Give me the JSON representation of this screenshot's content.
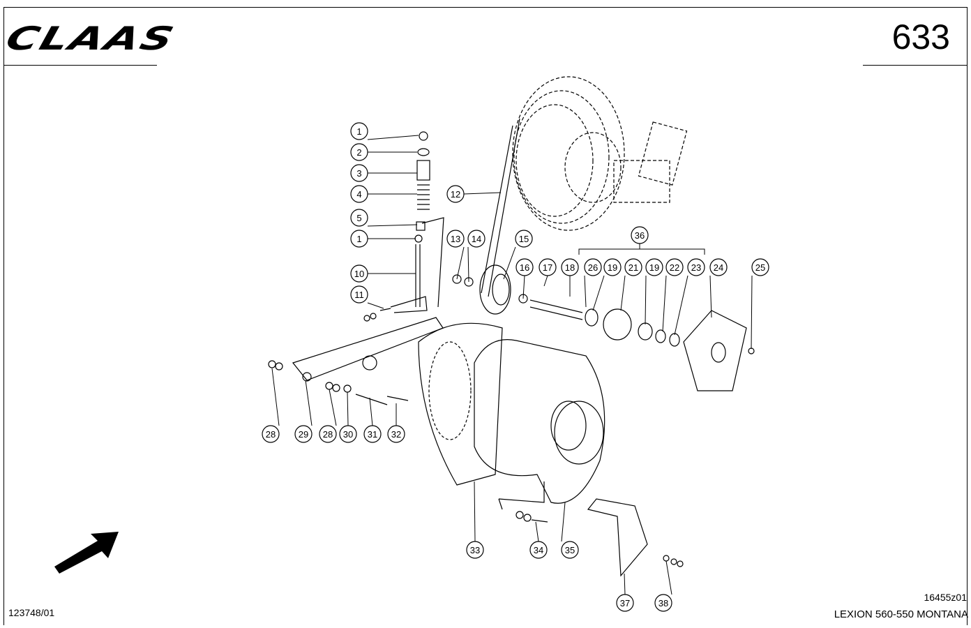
{
  "header": {
    "logo_text": "CLAAS",
    "page_number": "633"
  },
  "footer": {
    "drawing_ref": "123748/01",
    "figure_code": "16455z01",
    "model": "LEXION 560-550 MONTANA"
  },
  "callouts": [
    "1",
    "2",
    "3",
    "4",
    "5",
    "1",
    "10",
    "11",
    "12",
    "13",
    "14",
    "15",
    "16",
    "17",
    "18",
    "26",
    "19",
    "21",
    "19",
    "22",
    "23",
    "24",
    "25",
    "36",
    "28",
    "29",
    "28",
    "30",
    "31",
    "32",
    "33",
    "34",
    "35",
    "37",
    "38"
  ]
}
